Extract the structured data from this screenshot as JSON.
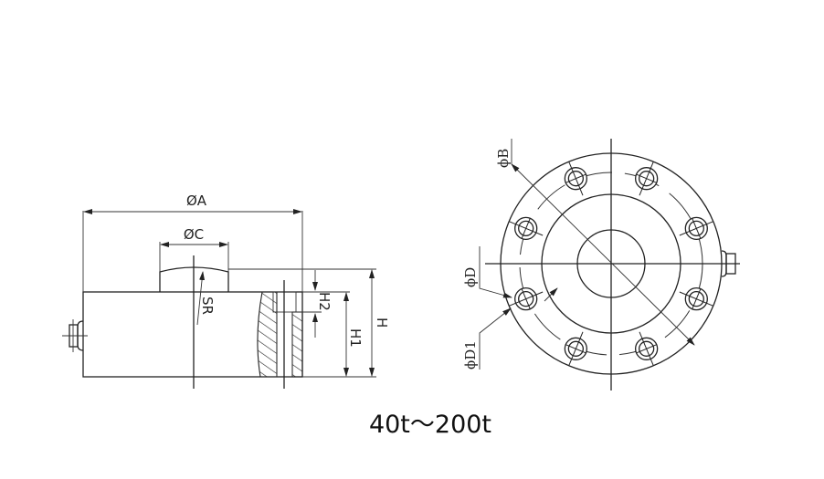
{
  "side_view": {
    "labels": {
      "diameter_a": "ØA",
      "diameter_c": "ØC",
      "sphere_radius": "SR",
      "height_h2": "H2",
      "height_h1": "H1",
      "height_h": "H"
    }
  },
  "top_view": {
    "labels": {
      "diameter_b": "ϕB",
      "diameter_d": "ϕD",
      "diameter_d1": "ϕD1"
    },
    "bolt_hole_count": 8
  },
  "caption": "40t～200t"
}
